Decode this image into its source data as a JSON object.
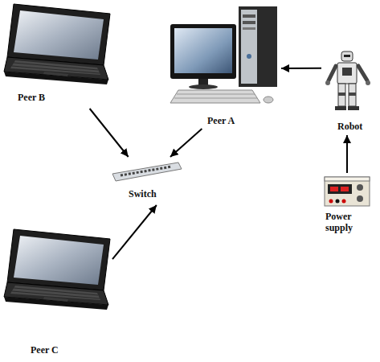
{
  "diagram": {
    "nodes": [
      {
        "text": [
          "Peer B"
        ]
      },
      {
        "text": [
          "Peer A"
        ]
      },
      {
        "text": [
          "Robot"
        ]
      },
      {
        "text": [
          "Switch"
        ]
      },
      {
        "text": [
          "Power supply"
        ]
      },
      {
        "text": [
          "Peer C"
        ]
      }
    ],
    "edges": [
      {
        "from": 0,
        "to": 3,
        "arrow": "to"
      },
      {
        "from": 1,
        "to": 3,
        "arrow": "to"
      },
      {
        "from": 2,
        "to": 1,
        "arrow": "to"
      },
      {
        "from": 5,
        "to": 3,
        "arrow": "to"
      },
      {
        "from": 4,
        "to": 2,
        "arrow": "to"
      }
    ]
  }
}
